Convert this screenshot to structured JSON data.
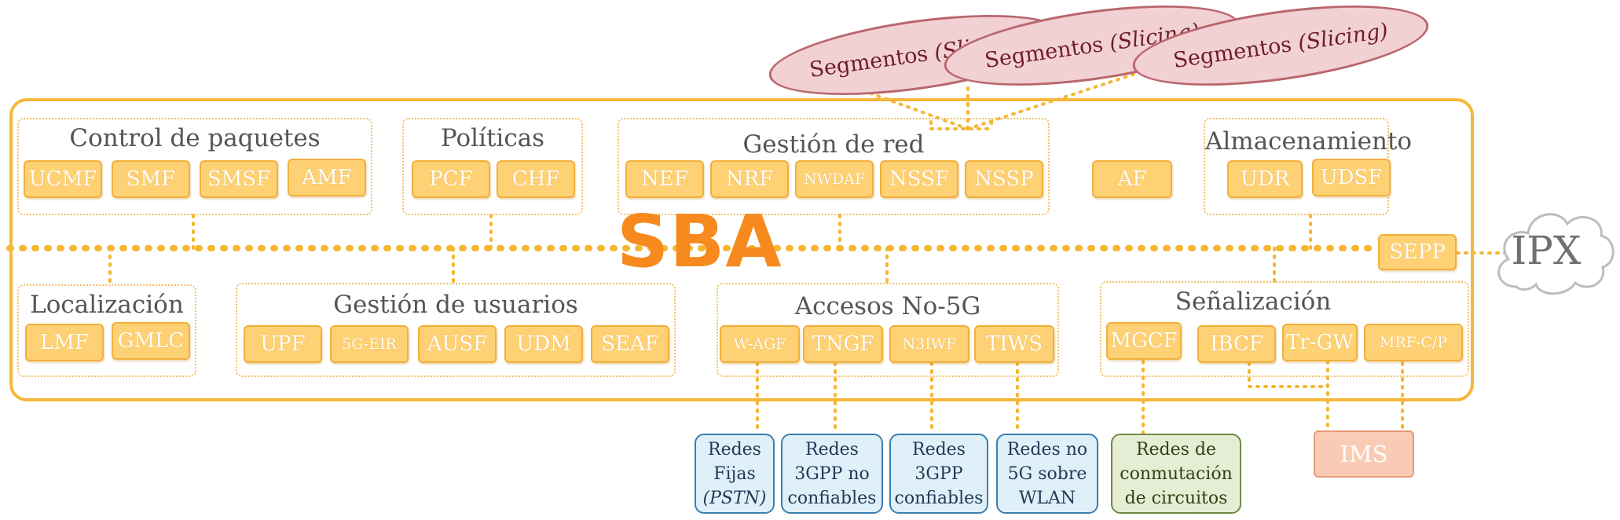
{
  "sba_title": "SBA",
  "slices": [
    {
      "label": "Segmentos",
      "italic": "(Slicing)"
    },
    {
      "label": "Segmentos",
      "italic": "(Slicing)"
    },
    {
      "label": "Segmentos",
      "italic": "(Slicing)"
    }
  ],
  "groups": {
    "control_paquetes": {
      "title": "Control de paquetes",
      "functions": [
        "UCMF",
        "SMF",
        "SMSF",
        "AMF"
      ]
    },
    "politicas": {
      "title": "Políticas",
      "functions": [
        "PCF",
        "CHF"
      ]
    },
    "gestion_red": {
      "title": "Gestión de red",
      "functions": [
        "NEF",
        "NRF",
        "NWDAF",
        "NSSF",
        "NSSP"
      ]
    },
    "almacenamiento": {
      "title": "Almacenamiento",
      "functions": [
        "UDR",
        "UDSF"
      ]
    },
    "localizacion": {
      "title": "Localización",
      "functions": [
        "LMF",
        "GMLC"
      ]
    },
    "gestion_usuarios": {
      "title": "Gestión de usuarios",
      "functions": [
        "UPF",
        "5G-EIR",
        "AUSF",
        "UDM",
        "SEAF"
      ]
    },
    "accesos_no5g": {
      "title": "Accesos No-5G",
      "functions": [
        "W-AGF",
        "TNGF",
        "N3IWF",
        "TIWS"
      ]
    },
    "senalizacion": {
      "title": "Señalización",
      "functions": [
        "MGCF",
        "IBCF",
        "Tr-GW",
        "MRF-C/P"
      ]
    }
  },
  "standalone": {
    "af": "AF",
    "sepp": "SEPP"
  },
  "ipx": "IPX",
  "ims": "IMS",
  "external_networks": {
    "redes_fijas": [
      "Redes",
      "Fijas",
      "(PSTN)"
    ],
    "redes_3gpp_no_confiables": [
      "Redes",
      "3GPP no",
      "confiables"
    ],
    "redes_3gpp_confiables": [
      "Redes",
      "3GPP",
      "confiables"
    ],
    "redes_no5g_wlan": [
      "Redes no",
      "5G sobre",
      "WLAN"
    ],
    "redes_conmutacion": [
      "Redes de",
      "conmutación",
      "de circuitos"
    ]
  },
  "colors": {
    "frame": "#f5b73c",
    "nf_fill": "#fed174",
    "nf_border": "#f2b03c",
    "sba_text": "#f68a1e",
    "slice_fill": "#f2d1d4",
    "slice_border": "#b9676d",
    "ext_blue_fill": "#e0f0f8",
    "ext_blue_border": "#3b7fae",
    "ext_green_fill": "#e6edd5",
    "ext_green_border": "#6f8a44",
    "ims_fill": "#f9cbb4",
    "wire": "#f5b731"
  }
}
